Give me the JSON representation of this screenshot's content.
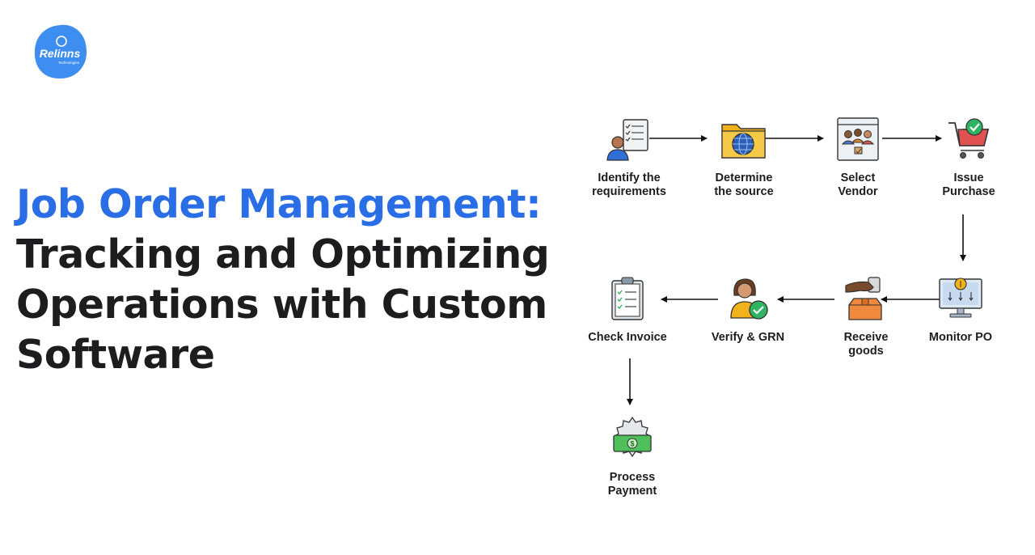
{
  "logo": {
    "text": "Relinns",
    "subtext": "Technologies"
  },
  "headline": {
    "line1": "Job Order Management:",
    "line2": "Tracking and Optimizing",
    "line3": "Operations with Custom",
    "line4": "Software"
  },
  "steps": [
    {
      "label": "Identify the\nrequirements",
      "icon": "person-checklist-icon"
    },
    {
      "label": "Determine\nthe source",
      "icon": "folder-globe-icon"
    },
    {
      "label": "Select\nVendor",
      "icon": "vendor-window-icon"
    },
    {
      "label": "Issue\nPurchase",
      "icon": "shopping-cart-check-icon"
    },
    {
      "label": "Monitor PO",
      "icon": "monitor-dashboard-icon"
    },
    {
      "label": "Receive\ngoods",
      "icon": "hand-package-icon"
    },
    {
      "label": "Verify & GRN",
      "icon": "person-verified-icon"
    },
    {
      "label": "Check Invoice",
      "icon": "clipboard-invoice-icon"
    },
    {
      "label": "Process\nPayment",
      "icon": "gear-money-icon"
    }
  ]
}
